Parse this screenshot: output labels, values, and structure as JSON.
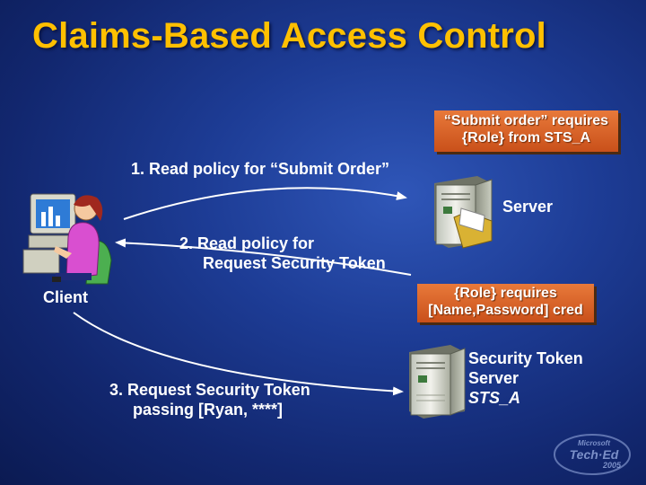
{
  "slide": {
    "title": "Claims-Based Access Control"
  },
  "labels": {
    "server": "Server",
    "client": "Client",
    "sts_line1": "Security Token",
    "sts_line2": "Server",
    "sts_line3": "STS_A"
  },
  "notes": {
    "policy_line1": "“Submit order” requires",
    "policy_line2": "{Role} from STS_A",
    "role_line1": "{Role} requires",
    "role_line2": "[Name,Password] cred"
  },
  "steps": {
    "step1": "1.  Read policy for “Submit Order”",
    "step2_line1": "2.  Read policy for",
    "step2_line2": "Request Security Token",
    "step3_line1": "3.  Request Security Token",
    "step3_line2": "passing [Ryan, ****]"
  },
  "logo": {
    "line1": "Microsoft",
    "line2": "Tech·Ed",
    "line3": "2005"
  },
  "colors": {
    "title": "#ffc000",
    "note": "#d9642a",
    "background": "#1d3c95"
  }
}
